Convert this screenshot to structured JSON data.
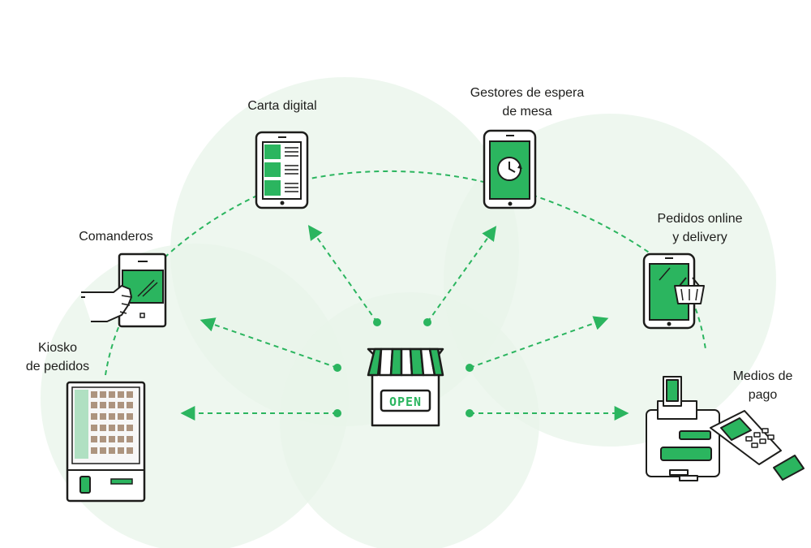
{
  "center": {
    "sign_text": "OPEN"
  },
  "nodes": {
    "carta": {
      "line1": "Carta digital"
    },
    "gestores": {
      "line1": "Gestores de espera",
      "line2": "de mesa"
    },
    "comanderos": {
      "line1": "Comanderos"
    },
    "pedidos": {
      "line1": "Pedidos online",
      "line2": "y delivery"
    },
    "kiosko": {
      "line1": "Kiosko",
      "line2": "de pedidos"
    },
    "medios": {
      "line1": "Medios de",
      "line2": "pago"
    }
  },
  "colors": {
    "accent": "#2bb55f",
    "outline": "#1d1d1b",
    "circle": "#edf5ee",
    "text": "#1d1d1b"
  }
}
